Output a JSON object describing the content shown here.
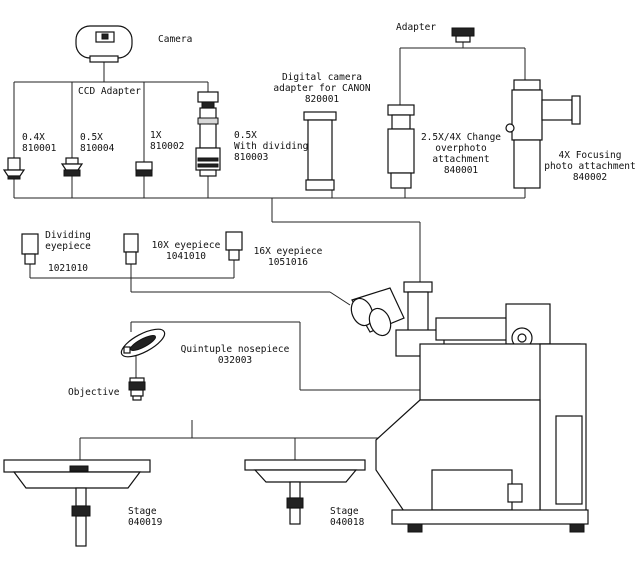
{
  "labels": {
    "camera": "Camera",
    "adapter": "Adapter",
    "ccd_adapter": "CCD Adapter",
    "ccd_04x": [
      "0.4X",
      "810001"
    ],
    "ccd_05x": [
      "0.5X",
      "810004"
    ],
    "ccd_1x": [
      "1X",
      "810002"
    ],
    "ccd_05x_dividing": [
      "0.5X",
      "With dividing",
      "810003"
    ],
    "digital_camera_adapter": [
      "Digital camera",
      "adapter for CANON",
      "820001"
    ],
    "change_overphoto": [
      "2.5X/4X Change",
      "overphoto",
      "attachment",
      "840001"
    ],
    "focusing_photo": [
      "4X Focusing",
      "photo attachment",
      "840002"
    ],
    "dividing_eyepiece": [
      "Dividing",
      "eyepiece",
      "1021010"
    ],
    "eyepiece_10x": [
      "10X eyepiece",
      "1041010"
    ],
    "eyepiece_16x": [
      "16X eyepiece",
      "1051016"
    ],
    "nosepiece": [
      "Quintuple nosepiece",
      "032003"
    ],
    "objective": "Objective",
    "stage_1": [
      "Stage",
      "040019"
    ],
    "stage_2": [
      "Stage",
      "040018"
    ]
  }
}
